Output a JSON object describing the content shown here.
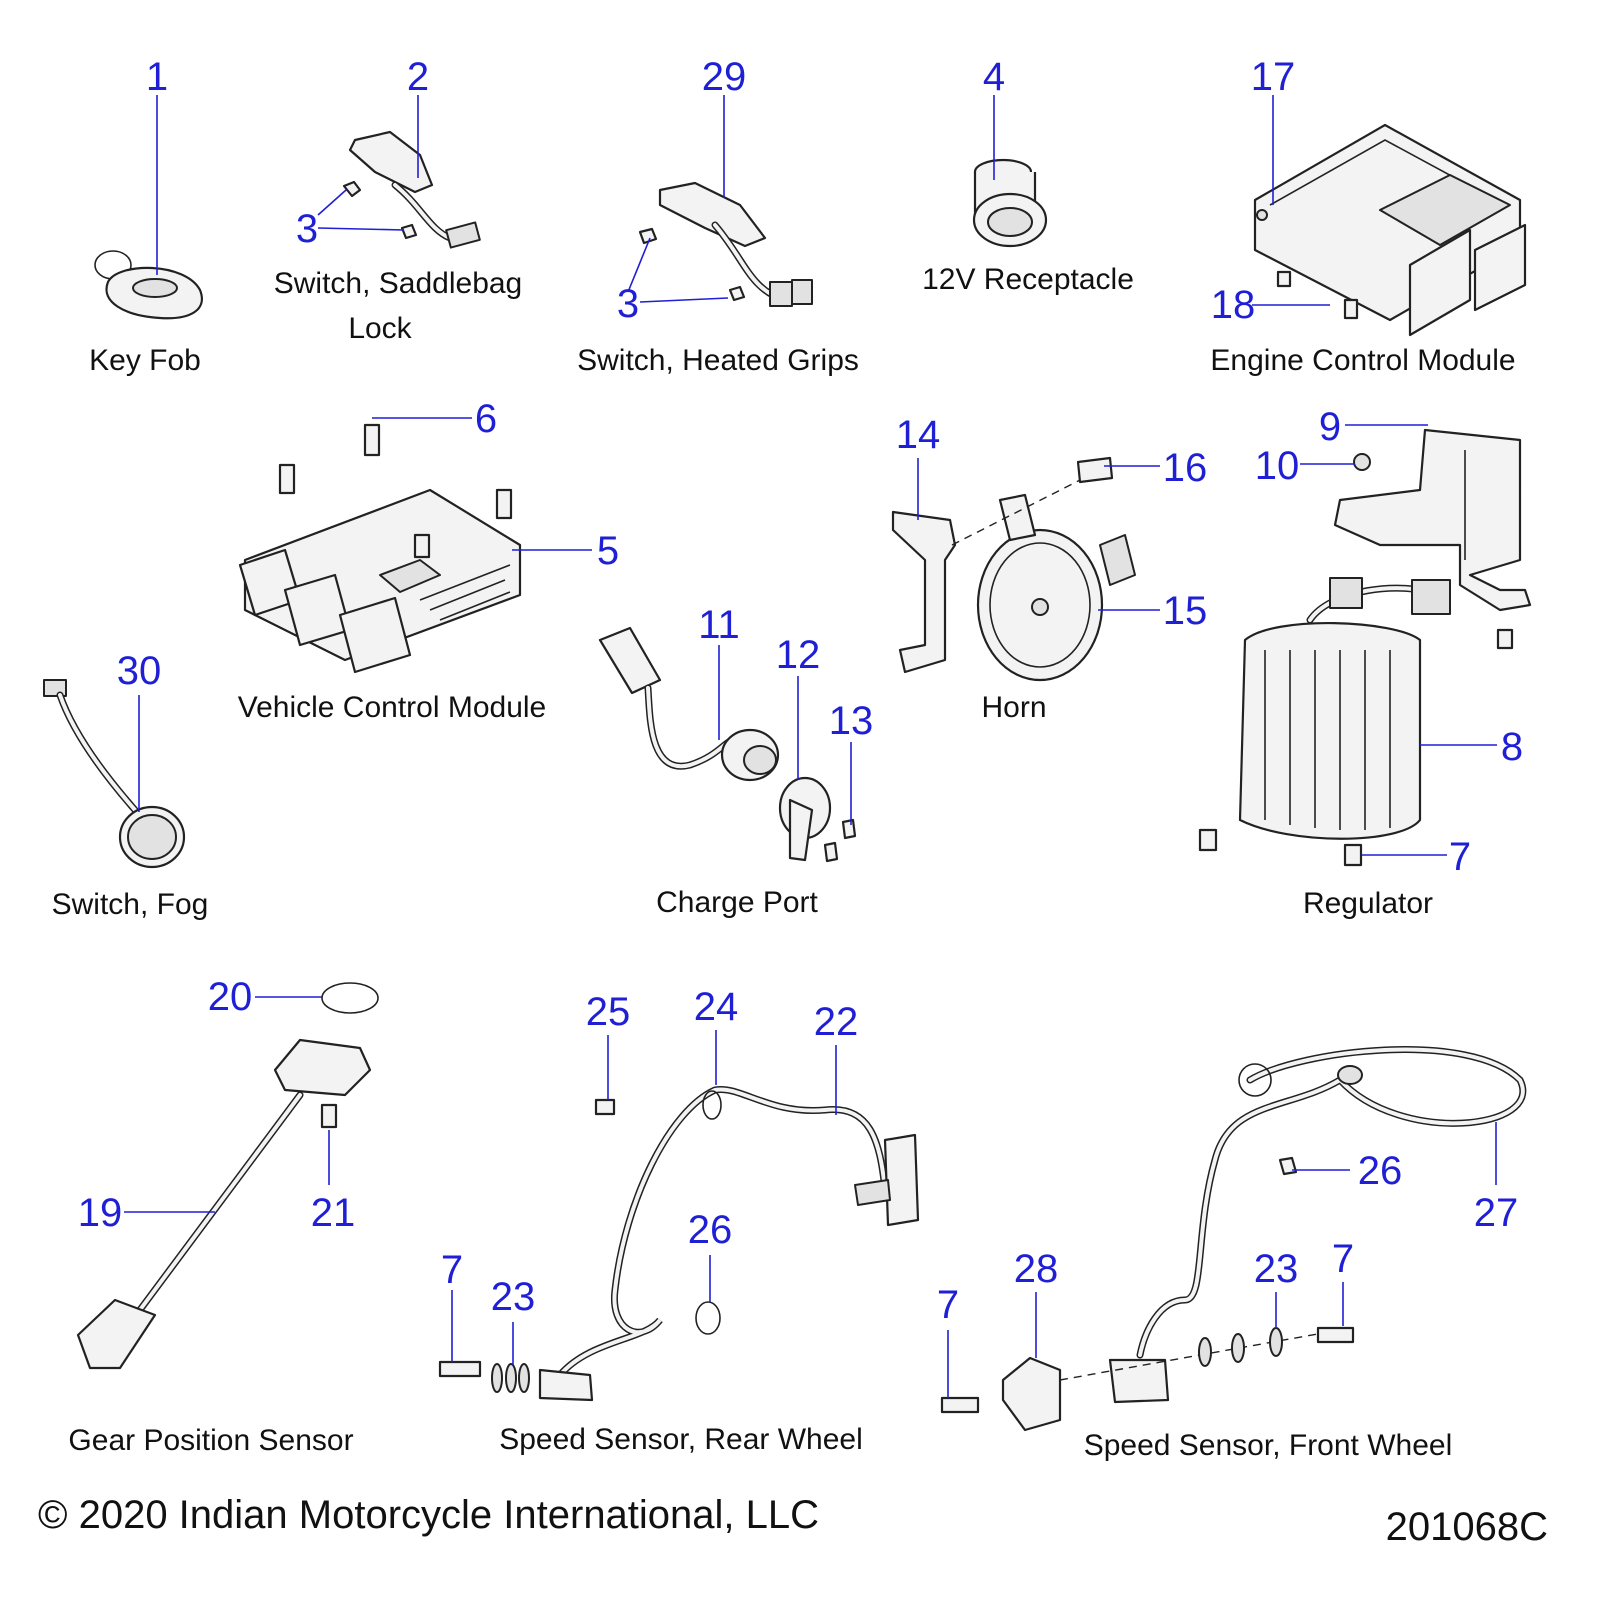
{
  "callouts": {
    "c1": "1",
    "c2": "2",
    "c3a": "3",
    "c29": "29",
    "c3b": "3",
    "c4": "4",
    "c17": "17",
    "c18": "18",
    "c6": "6",
    "c5": "5",
    "c14": "14",
    "c16": "16",
    "c15": "15",
    "c9": "9",
    "c10": "10",
    "c30": "30",
    "c11": "11",
    "c12": "12",
    "c13": "13",
    "c8": "8",
    "c7a": "7",
    "c20": "20",
    "c25": "25",
    "c24": "24",
    "c22": "22",
    "c19": "19",
    "c21": "21",
    "c26a": "26",
    "c26b": "26",
    "c27": "27",
    "c7b": "7",
    "c23a": "23",
    "c28": "28",
    "c23b": "23",
    "c7c": "7",
    "c7d": "7"
  },
  "captions": {
    "key_fob": "Key Fob",
    "saddlebag_1": "Switch, Saddlebag",
    "saddlebag_2": "Lock",
    "heated_grips": "Switch, Heated Grips",
    "receptacle": "12V Receptacle",
    "ecm": "Engine Control Module",
    "vcm": "Vehicle Control Module",
    "horn": "Horn",
    "fog": "Switch, Fog",
    "charge_port": "Charge Port",
    "regulator": "Regulator",
    "gear_sensor": "Gear Position Sensor",
    "rear_sensor": "Speed Sensor, Rear Wheel",
    "front_sensor": "Speed Sensor, Front Wheel"
  },
  "footer": {
    "copyright": "© 2020 Indian Motorcycle International, LLC",
    "drawing_number": "201068C"
  },
  "colors": {
    "callout": "#1f1fd6",
    "caption": "#111111",
    "line_art": "#222222"
  }
}
